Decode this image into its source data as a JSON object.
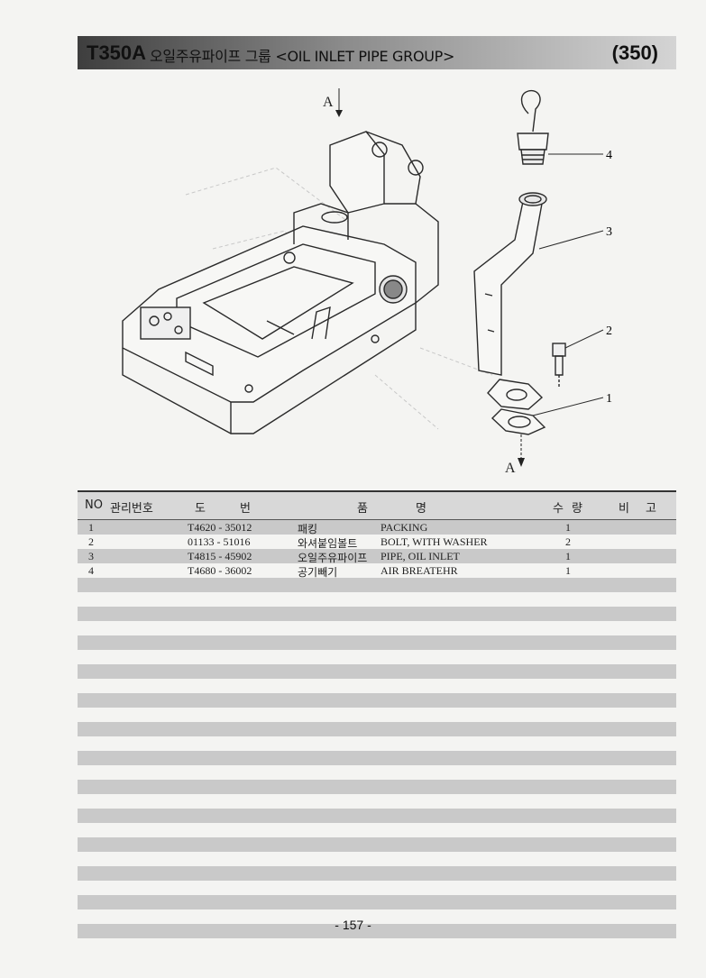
{
  "header": {
    "code": "T350A",
    "title": "오일주유파이프 그룹 <OIL INLET PIPE GROUP>",
    "page_ref": "(350)"
  },
  "diagram": {
    "arrow_label_top": "A",
    "arrow_label_bottom": "A",
    "callouts": [
      "4",
      "3",
      "2",
      "1"
    ]
  },
  "table": {
    "headers": [
      "NO",
      "관리번호",
      "도",
      "번",
      "품",
      "명",
      "수",
      "량",
      "비",
      "고"
    ],
    "rows": [
      {
        "no": "1",
        "part": "T4620 - 35012",
        "korean": "패킹",
        "english": "PACKING",
        "qty": "1"
      },
      {
        "no": "2",
        "part": "01133 - 51016",
        "korean": "와셔붙임볼트",
        "english": "BOLT, WITH WASHER",
        "qty": "2"
      },
      {
        "no": "3",
        "part": "T4815 - 45902",
        "korean": "오일주유파이프",
        "english": "PIPE, OIL INLET",
        "qty": "1"
      },
      {
        "no": "4",
        "part": "T4680 - 36002",
        "korean": "공기빼기",
        "english": "AIR BREATEHR",
        "qty": "1"
      }
    ]
  },
  "footer": {
    "page_number": "- 157 -"
  }
}
